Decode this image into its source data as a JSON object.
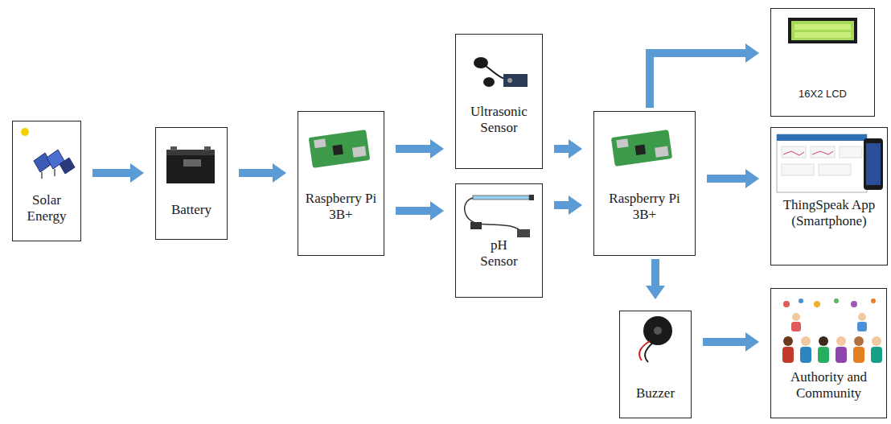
{
  "diagram": {
    "nodes": [
      {
        "text": [
          "Solar Energy"
        ]
      },
      {
        "text": [
          "Battery"
        ]
      },
      {
        "text": [
          "Raspberry Pi 3B+"
        ]
      },
      {
        "text": [
          "Ultrasonic Sensor"
        ]
      },
      {
        "text": [
          "pH Sensor"
        ]
      },
      {
        "text": [
          "Raspberry Pi 3B+"
        ]
      },
      {
        "text": [
          "16X2 LCD"
        ]
      },
      {
        "text": [
          "ThingSpeak App (Smartphone)"
        ]
      },
      {
        "text": [
          "Buzzer"
        ]
      },
      {
        "text": [
          "Authority and Community"
        ]
      }
    ],
    "edges": [
      {
        "from": 0,
        "to": 1,
        "arrow": "to"
      },
      {
        "from": 1,
        "to": 2,
        "arrow": "to"
      },
      {
        "from": 2,
        "to": 3,
        "arrow": "to"
      },
      {
        "from": 2,
        "to": 4,
        "arrow": "to"
      },
      {
        "from": 3,
        "to": 5,
        "arrow": "to"
      },
      {
        "from": 4,
        "to": 5,
        "arrow": "to"
      },
      {
        "from": 5,
        "to": 6,
        "arrow": "to"
      },
      {
        "from": 5,
        "to": 7,
        "arrow": "to"
      },
      {
        "from": 5,
        "to": 8,
        "arrow": "to"
      },
      {
        "from": 8,
        "to": 9,
        "arrow": "to"
      }
    ]
  }
}
